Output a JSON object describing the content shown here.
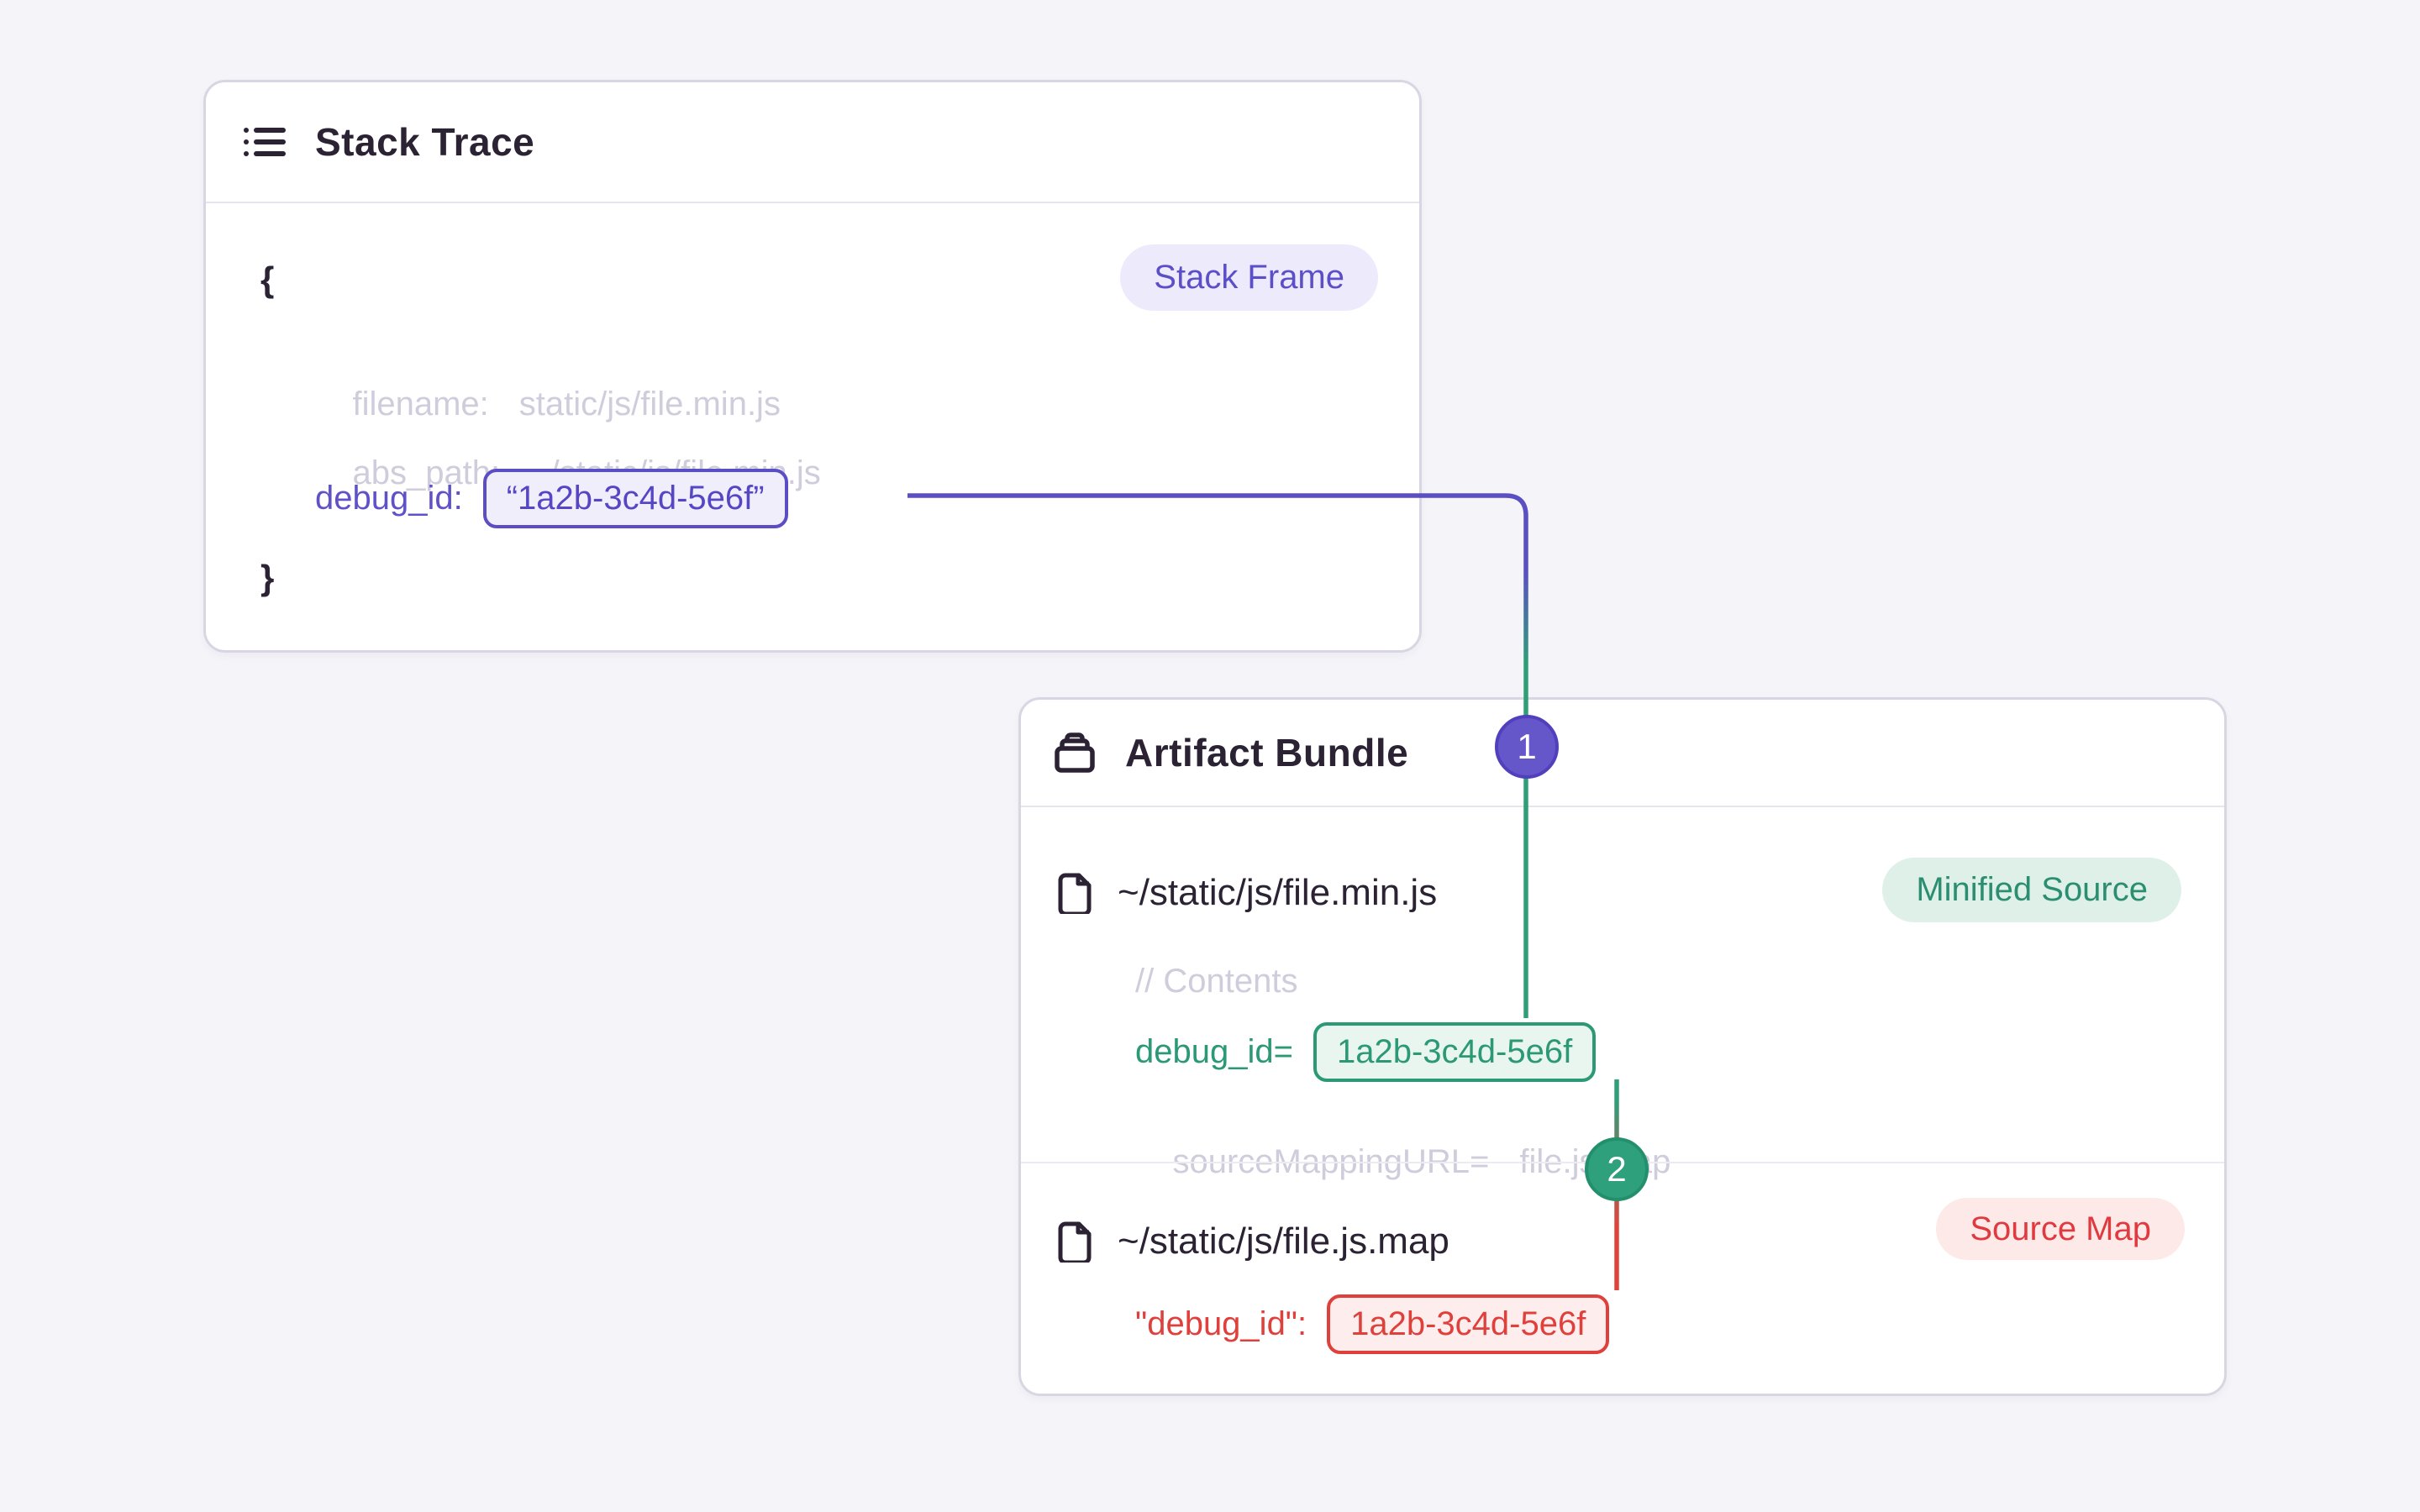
{
  "colors": {
    "accent_purple": "#5b4fc4",
    "accent_green": "#2f9f78",
    "accent_red": "#e0433c",
    "muted_text": "#cfccdb",
    "dark_text": "#2b2233",
    "card_border": "#d9d6e3",
    "page_background": "#f5f4f8"
  },
  "icons": {
    "stack_trace_header": "list-icon",
    "artifact_bundle_header": "archive-icon",
    "file_rows": "file-icon"
  },
  "stack_trace_card": {
    "title": "Stack Trace",
    "badge": "Stack Frame",
    "code": {
      "open_brace": "{",
      "filename_label": "filename:",
      "filename_value": "static/js/file.min.js",
      "abs_path_label": "abs_path:",
      "abs_path_value": "~/static/js/file.min.js",
      "debug_id_label": "debug_id:",
      "debug_id_value": "“1a2b-3c4d-5e6f”",
      "close_brace": "}"
    }
  },
  "artifact_bundle_card": {
    "title": "Artifact Bundle",
    "minified_file": {
      "path": "~/static/js/file.min.js",
      "badge": "Minified Source",
      "comment": "// Contents",
      "debug_id_label": "debug_id=",
      "debug_id_value": "1a2b-3c4d-5e6f",
      "mapping_label": "sourceMappingURL=",
      "mapping_value": "file.js.map"
    },
    "sourcemap_file": {
      "path": "~/static/js/file.js.map",
      "badge": "Source Map",
      "debug_id_label": "\"debug_id\":",
      "debug_id_value": "1a2b-3c4d-5e6f"
    }
  },
  "connectors": {
    "step1": "1",
    "step2": "2"
  }
}
